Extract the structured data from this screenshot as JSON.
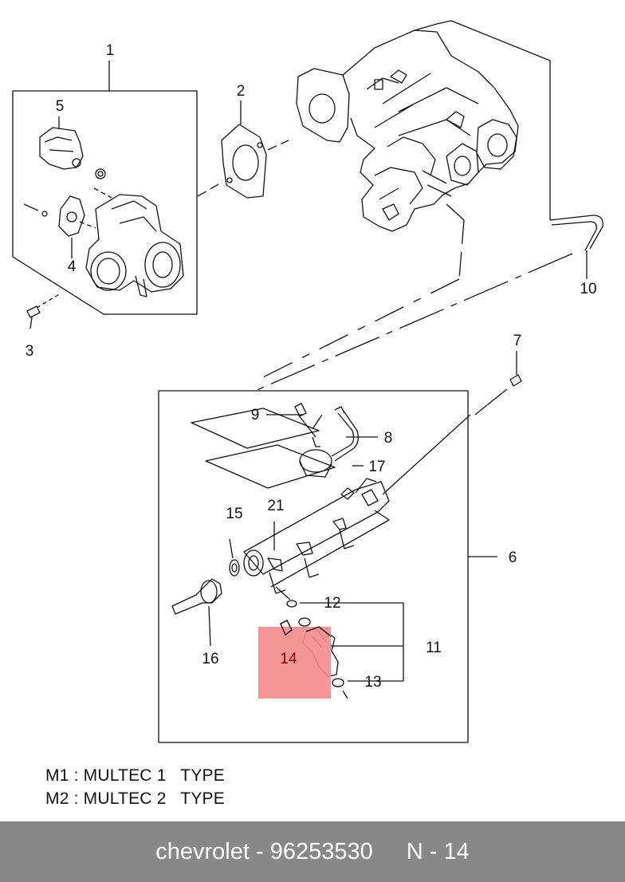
{
  "diagram": {
    "part_numbers": {
      "p1": "1",
      "p2": "2",
      "p3": "3",
      "p4": "4",
      "p5": "5",
      "p6": "6",
      "p7": "7",
      "p8": "8",
      "p9": "9",
      "p10": "10",
      "p11": "11",
      "p12": "12",
      "p13": "13",
      "p14": "14",
      "p15": "15",
      "p16": "16",
      "p17": "17",
      "p21": "21"
    },
    "highlight_color": "#f48a8a",
    "highlighted_part": "14"
  },
  "legend": {
    "line1": "M1 : MULTEC 1   TYPE",
    "line2": "M2 : MULTEC 2   TYPE"
  },
  "footer": {
    "brand_part": "chevrolet - 96253530",
    "page_code": "N - 14",
    "background": "#888888"
  }
}
